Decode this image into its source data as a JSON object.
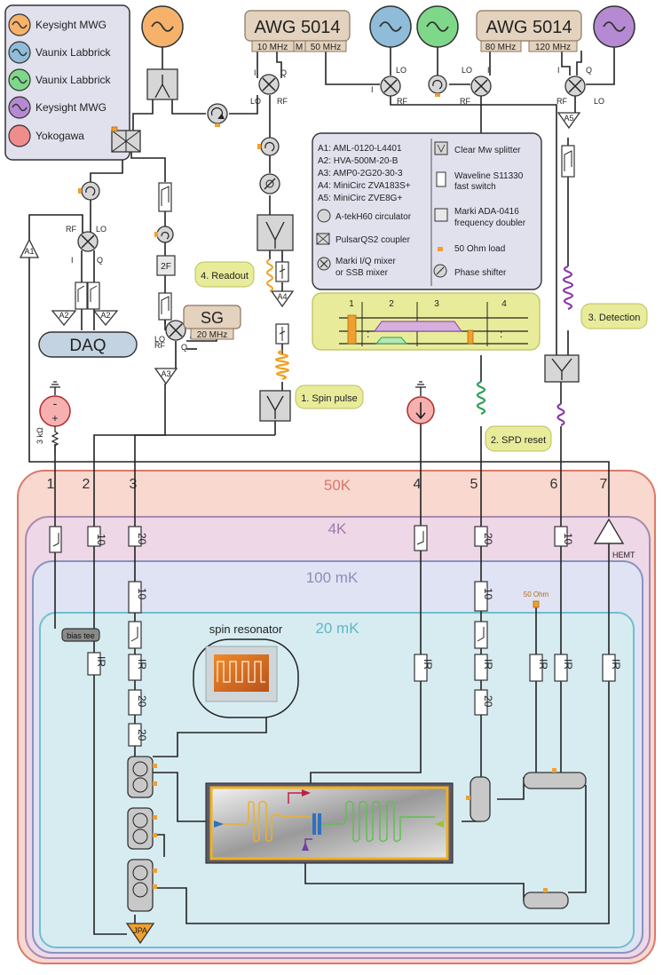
{
  "legend": {
    "items": [
      {
        "label": "Keysight MWG",
        "color": "#f6b26b"
      },
      {
        "label": "Vaunix Labbrick",
        "color": "#8fbcd9"
      },
      {
        "label": "Vaunix Labbrick",
        "color": "#7fd88a"
      },
      {
        "label": "Keysight MWG",
        "color": "#b58ad2"
      },
      {
        "label": "Yokogawa",
        "color": "#f08c8c"
      }
    ]
  },
  "awg": {
    "left": {
      "title": "AWG 5014",
      "ch1": "10 MHz",
      "ch2": "M",
      "ch3": "50 MHz"
    },
    "right": {
      "title": "AWG 5014",
      "ch1": "80 MHz",
      "ch2": "120 MHz"
    }
  },
  "sg": {
    "title": "SG",
    "freq": "20 MHz"
  },
  "daq": "DAQ",
  "amps": {
    "a1": "A1",
    "a2": "A2",
    "a3": "A3",
    "a4": "A4",
    "a5": "A5",
    "hemt": "HEMT",
    "jpa": "JPA"
  },
  "doubler": "2F",
  "mixer_ports": {
    "i": "I",
    "q": "Q",
    "lo": "LO",
    "rf": "RF"
  },
  "resistor": "3 kΩ",
  "component_legend": {
    "left": [
      "A1:  AML-0120-L4401",
      "A2:  HVA-500M-20-B",
      "A3:  AMP0-2G20-30-3",
      "A4:  MiniCirc ZVA183S+",
      "A5:  MiniCirc ZVE8G+"
    ],
    "circulator": "A-tekH60 circulator",
    "coupler": "PulsarQS2 coupler",
    "mixer_line1": "Marki I/Q mixer",
    "mixer_line2": "or SSB mixer",
    "splitter": "Clear Mw splitter",
    "switch_line1": "Waveline S11330",
    "switch_line2": "fast switch",
    "doubler_line1": "Marki ADA-0416",
    "doubler_line2": "frequency doubler",
    "load": "50 Ohm load",
    "phase": "Phase shifter"
  },
  "sequence": {
    "steps": [
      "1",
      "2",
      "3",
      "4"
    ]
  },
  "tags": {
    "readout": "4. Readout",
    "detection": "3. Detection",
    "spin_pulse": "1. Spin pulse",
    "spd_reset": "2. SPD reset"
  },
  "stages": {
    "k50": "50K",
    "k4": "4K",
    "mk100": "100 mK",
    "mk20": "20 mK"
  },
  "lines": [
    "1",
    "2",
    "3",
    "4",
    "5",
    "6",
    "7"
  ],
  "attenuators": {
    "l2": "-10",
    "l3a": "-20",
    "l3b": "-10",
    "l3c": "-20",
    "l3d": "-20",
    "l5a": "-20",
    "l5b": "-10",
    "l5c": "-20",
    "l6": "-10"
  },
  "ir": "IR",
  "bias_tee": "bias tee",
  "load_label": "50 Ohm",
  "resonator": "spin resonator"
}
